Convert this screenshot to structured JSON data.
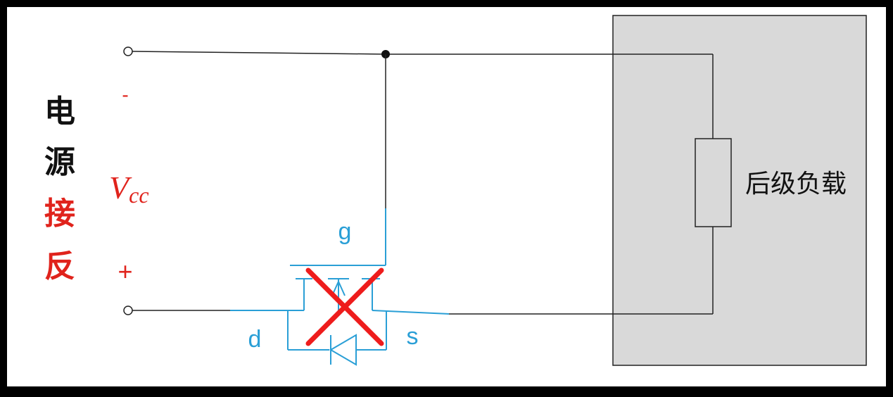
{
  "source_label": {
    "chars": [
      "电",
      "源",
      "接",
      "反"
    ]
  },
  "terminals": {
    "top_sign": "-",
    "bottom_sign": "+"
  },
  "voltage": {
    "symbol": "V",
    "subscript": "cc"
  },
  "mosfet": {
    "gate": "g",
    "drain": "d",
    "source": "s"
  },
  "load": {
    "label": "后级负载"
  },
  "colors": {
    "black_text": "#111111",
    "red_text": "#e0231c",
    "mosfet_blue": "#2a9fd6",
    "load_fill": "#d9d9d9",
    "cross": "#ee1c1c"
  }
}
